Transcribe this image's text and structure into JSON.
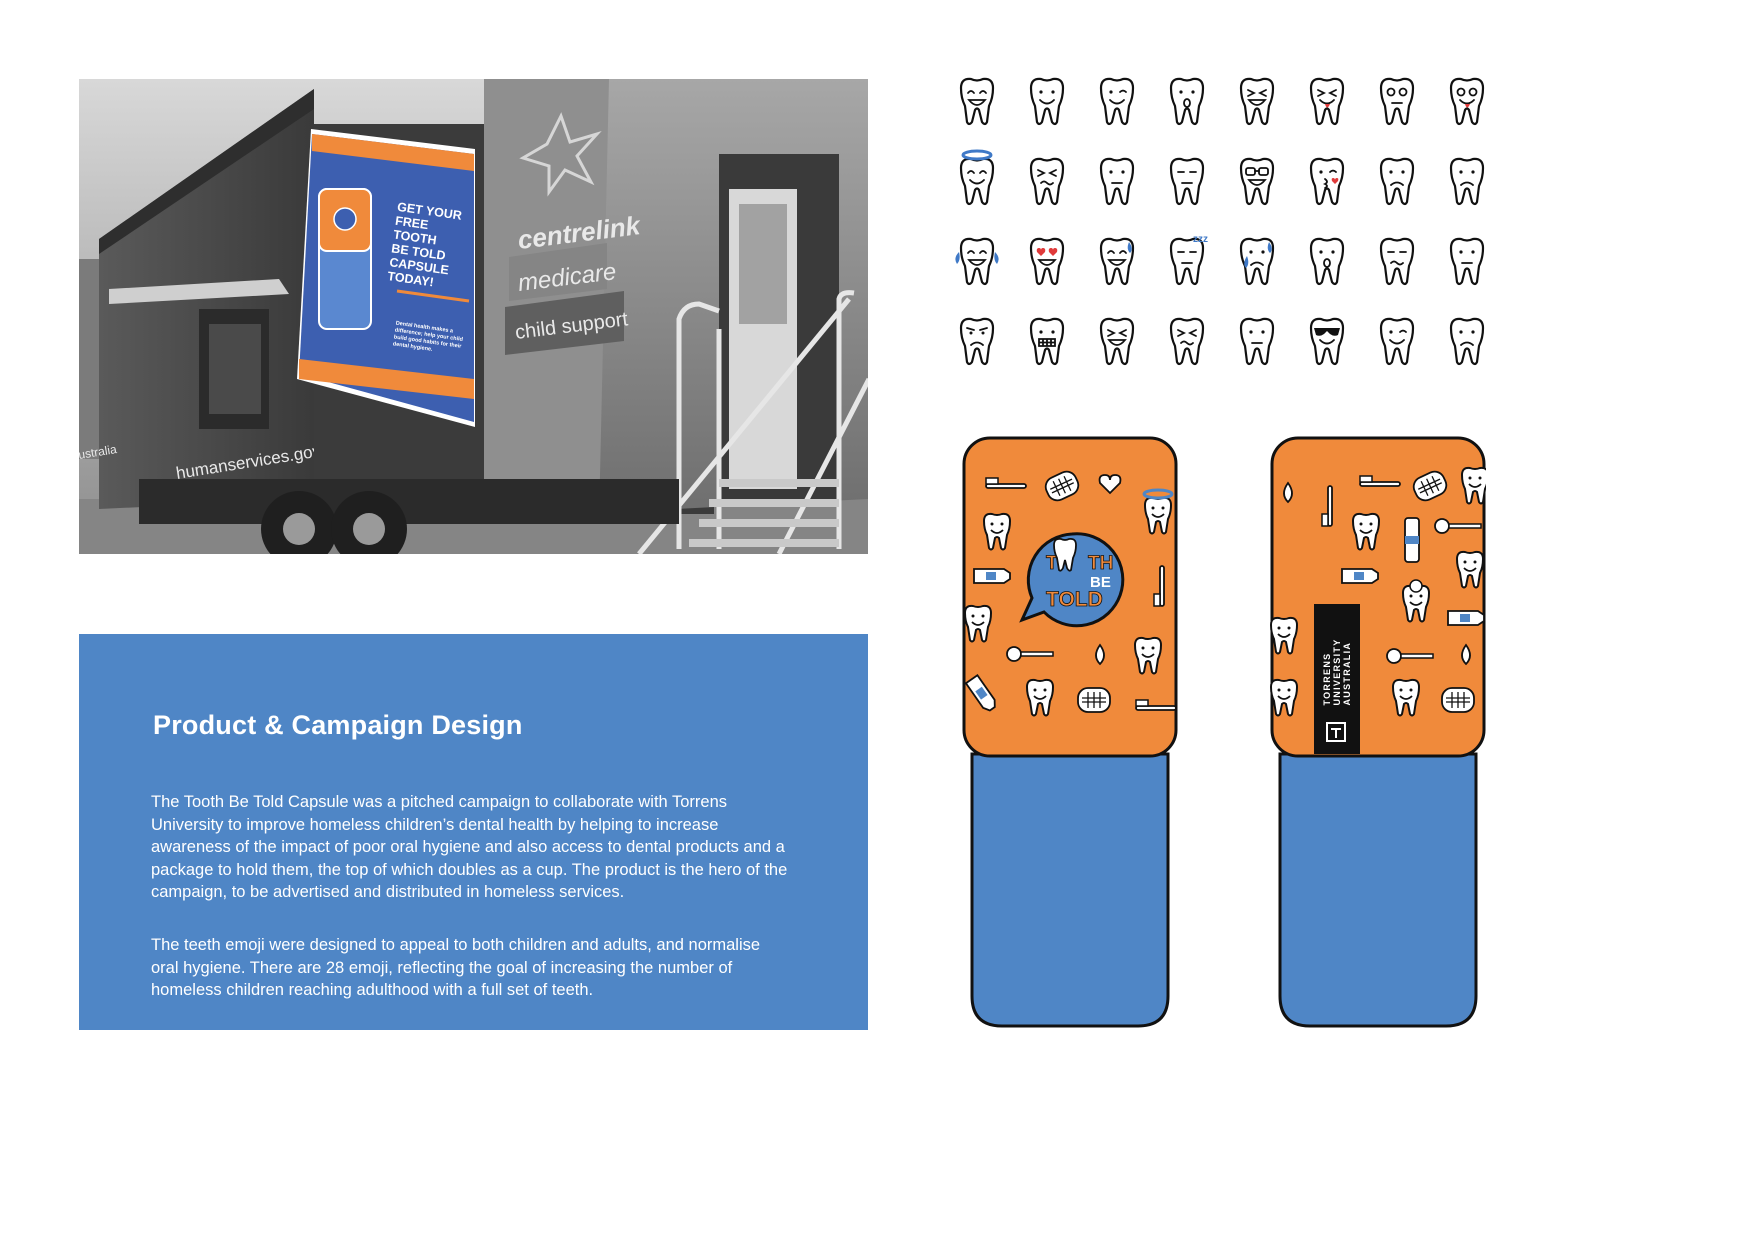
{
  "photo": {
    "signage": {
      "brand_top": "centrelink",
      "brand_middle": "medicare",
      "brand_bottom": "child support",
      "website": "humanservices.gov.au",
      "side_text": "ustralia"
    },
    "poster": {
      "headline_lines": [
        "GET YOUR",
        "FREE",
        "TOOTH",
        "BE TOLD",
        "CAPSULE",
        "TODAY!"
      ],
      "body_lines": [
        "Dental health makes a",
        "difference; help your child",
        "build good habits for their",
        "dental hygiene."
      ]
    }
  },
  "panel": {
    "title": "Product & Campaign Design",
    "paragraph1": "The Tooth Be Told Capsule was a pitched campaign to collaborate with Torrens University to improve homeless children’s dental health by helping to increase  awareness of the impact of poor oral hygiene and also access to dental products and a package to hold them, the top of which doubles as a cup. The product is the hero of the campaign, to be advertised and distributed in homeless services.",
    "paragraph2": "The teeth emoji were designed to appeal to both children and adults, and normalise oral hygiene. There are 28 emoji, reflecting the goal of increasing the number of homeless children reaching adulthood with a full set of teeth."
  },
  "emoji": {
    "count": 32,
    "expressions": [
      "grin",
      "smile",
      "wink",
      "surprised",
      "squint-laugh",
      "tongue-out",
      "dizzy",
      "wink-tongue",
      "angel",
      "squint",
      "neutral",
      "unamused",
      "nerd",
      "kiss-heart",
      "sad",
      "frown",
      "tears-of-joy",
      "heart-eyes",
      "sweat-smile",
      "sleeping",
      "crying",
      "shocked",
      "worried",
      "blank",
      "angry",
      "grimace",
      "laugh-squint",
      "tired",
      "plain",
      "sunglasses",
      "smirk-wink",
      "upset"
    ],
    "accent_colors": {
      "red": "#e03a3a",
      "blue": "#3f79c7"
    }
  },
  "capsules": {
    "logo_lines": [
      "T",
      "TH",
      "BE",
      "TOLD"
    ],
    "logo_full": "TOOTH BE TOLD",
    "university_lines": [
      "TORRENS",
      "UNIVERSITY",
      "AUSTRALIA"
    ]
  },
  "colors": {
    "orange": "#f08a3b",
    "blue": "#4f86c6",
    "outline": "#111111",
    "poster_blue": "#3d5fb0"
  }
}
